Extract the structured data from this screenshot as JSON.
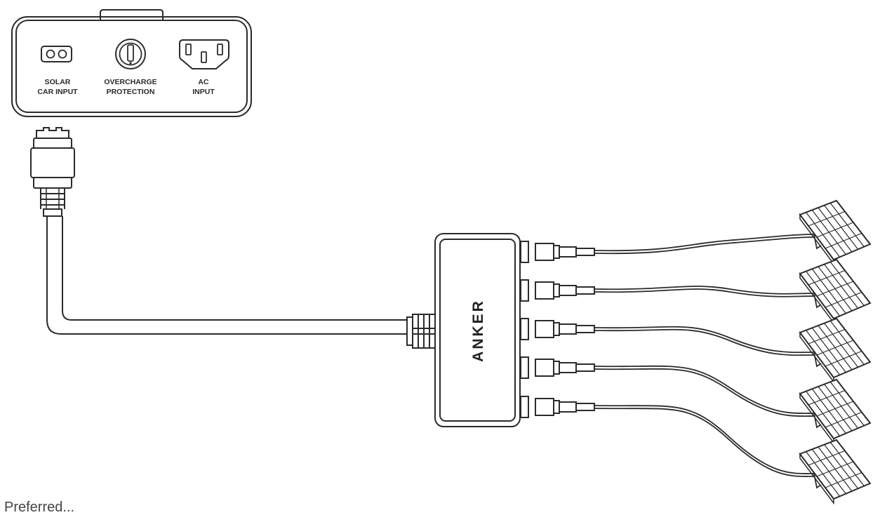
{
  "power_station": {
    "ports": [
      {
        "line1": "SOLAR",
        "line2": "CAR INPUT",
        "icon": "solar-car-input-port-icon"
      },
      {
        "line1": "OVERCHARGE",
        "line2": "PROTECTION",
        "icon": "overcharge-protection-icon"
      },
      {
        "line1": "AC",
        "line2": "INPUT",
        "icon": "ac-input-port-icon"
      }
    ]
  },
  "hub": {
    "brand": "ANKER"
  },
  "solar_panel_count": 5,
  "caption": "Preferred..."
}
